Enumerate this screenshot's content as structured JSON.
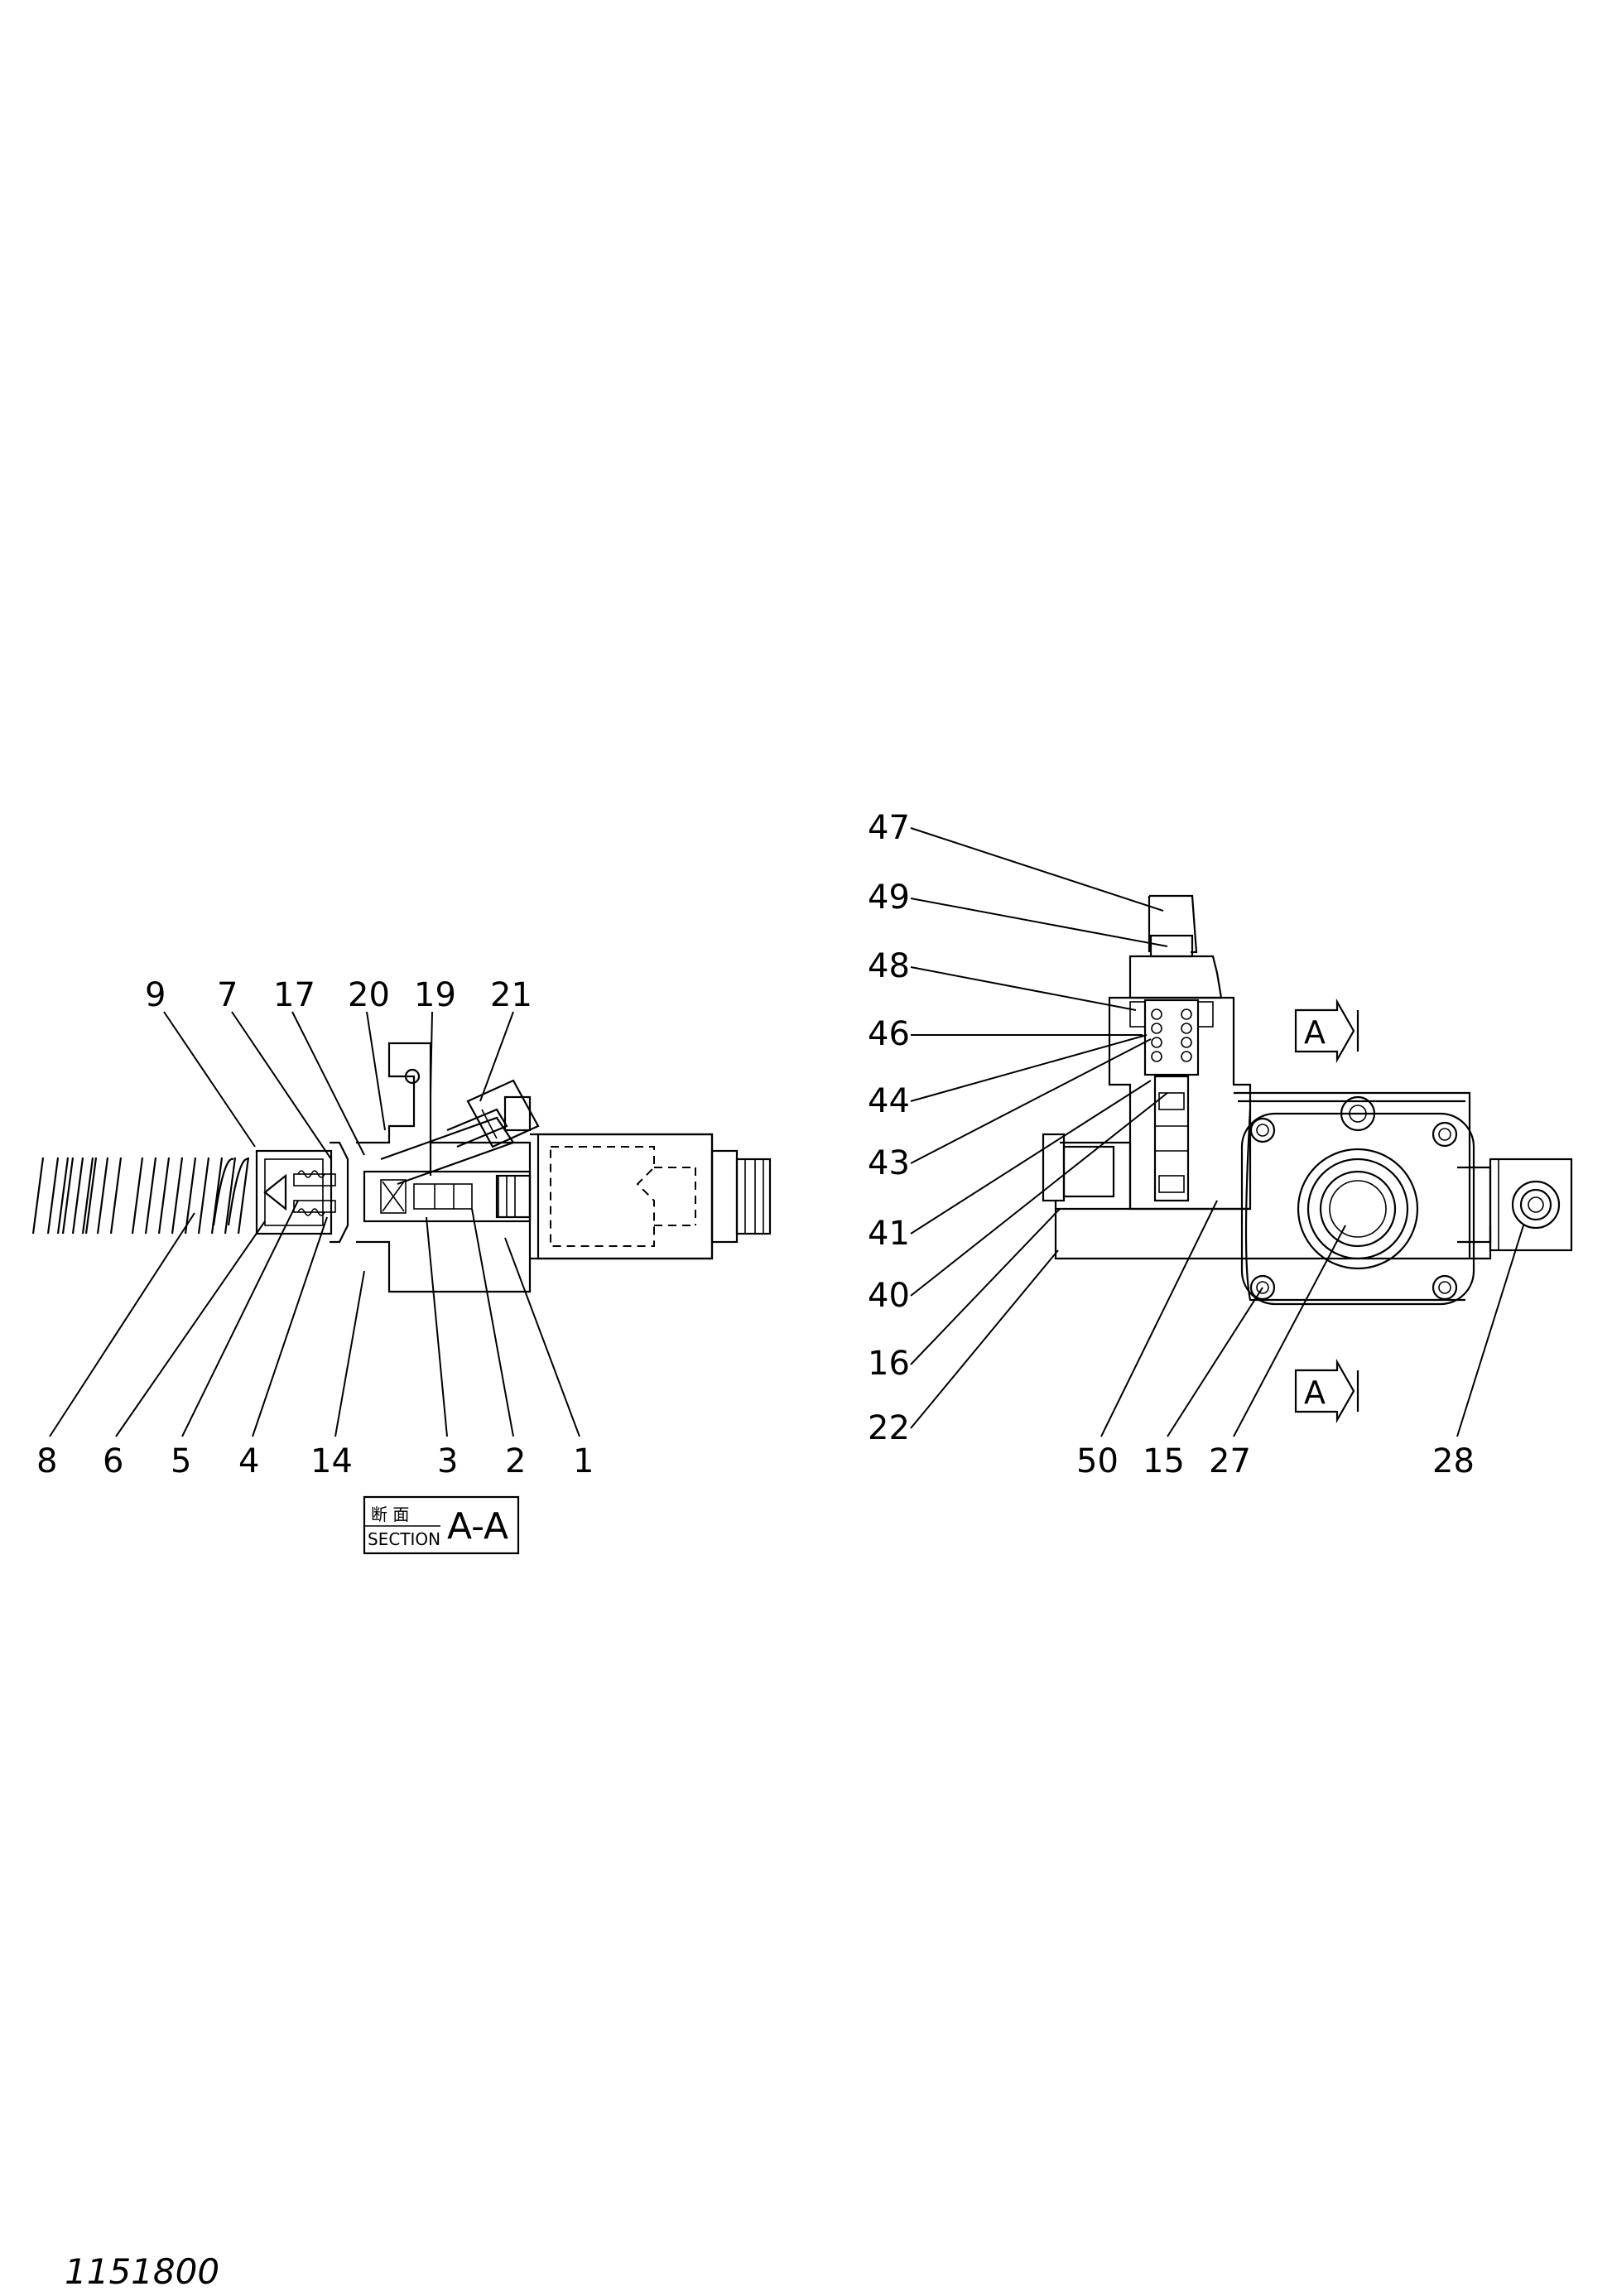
{
  "callouts_left": [
    {
      "id": "c9",
      "text": "9"
    },
    {
      "id": "c7",
      "text": "7"
    },
    {
      "id": "c17",
      "text": "17"
    },
    {
      "id": "c20",
      "text": "20"
    },
    {
      "id": "c19",
      "text": "19"
    },
    {
      "id": "c21",
      "text": "21"
    },
    {
      "id": "c8",
      "text": "8"
    },
    {
      "id": "c6",
      "text": "6"
    },
    {
      "id": "c5",
      "text": "5"
    },
    {
      "id": "c4",
      "text": "4"
    },
    {
      "id": "c14",
      "text": "14"
    },
    {
      "id": "c3",
      "text": "3"
    },
    {
      "id": "c2",
      "text": "2"
    },
    {
      "id": "c1",
      "text": "1"
    }
  ],
  "callouts_right": [
    {
      "id": "c47",
      "text": "47"
    },
    {
      "id": "c49",
      "text": "49"
    },
    {
      "id": "c48",
      "text": "48"
    },
    {
      "id": "c46",
      "text": "46"
    },
    {
      "id": "c44",
      "text": "44"
    },
    {
      "id": "c43",
      "text": "43"
    },
    {
      "id": "c41",
      "text": "41"
    },
    {
      "id": "c40",
      "text": "40"
    },
    {
      "id": "c16",
      "text": "16"
    },
    {
      "id": "c22",
      "text": "22"
    },
    {
      "id": "c50",
      "text": "50"
    },
    {
      "id": "c15",
      "text": "15"
    },
    {
      "id": "c27",
      "text": "27"
    },
    {
      "id": "c28",
      "text": "28"
    }
  ],
  "section_label": {
    "japanese": "断 面",
    "english": "SECTION",
    "id": "A-A"
  },
  "section_arrows": [
    "A",
    "A"
  ],
  "drawing_number": "1151800"
}
